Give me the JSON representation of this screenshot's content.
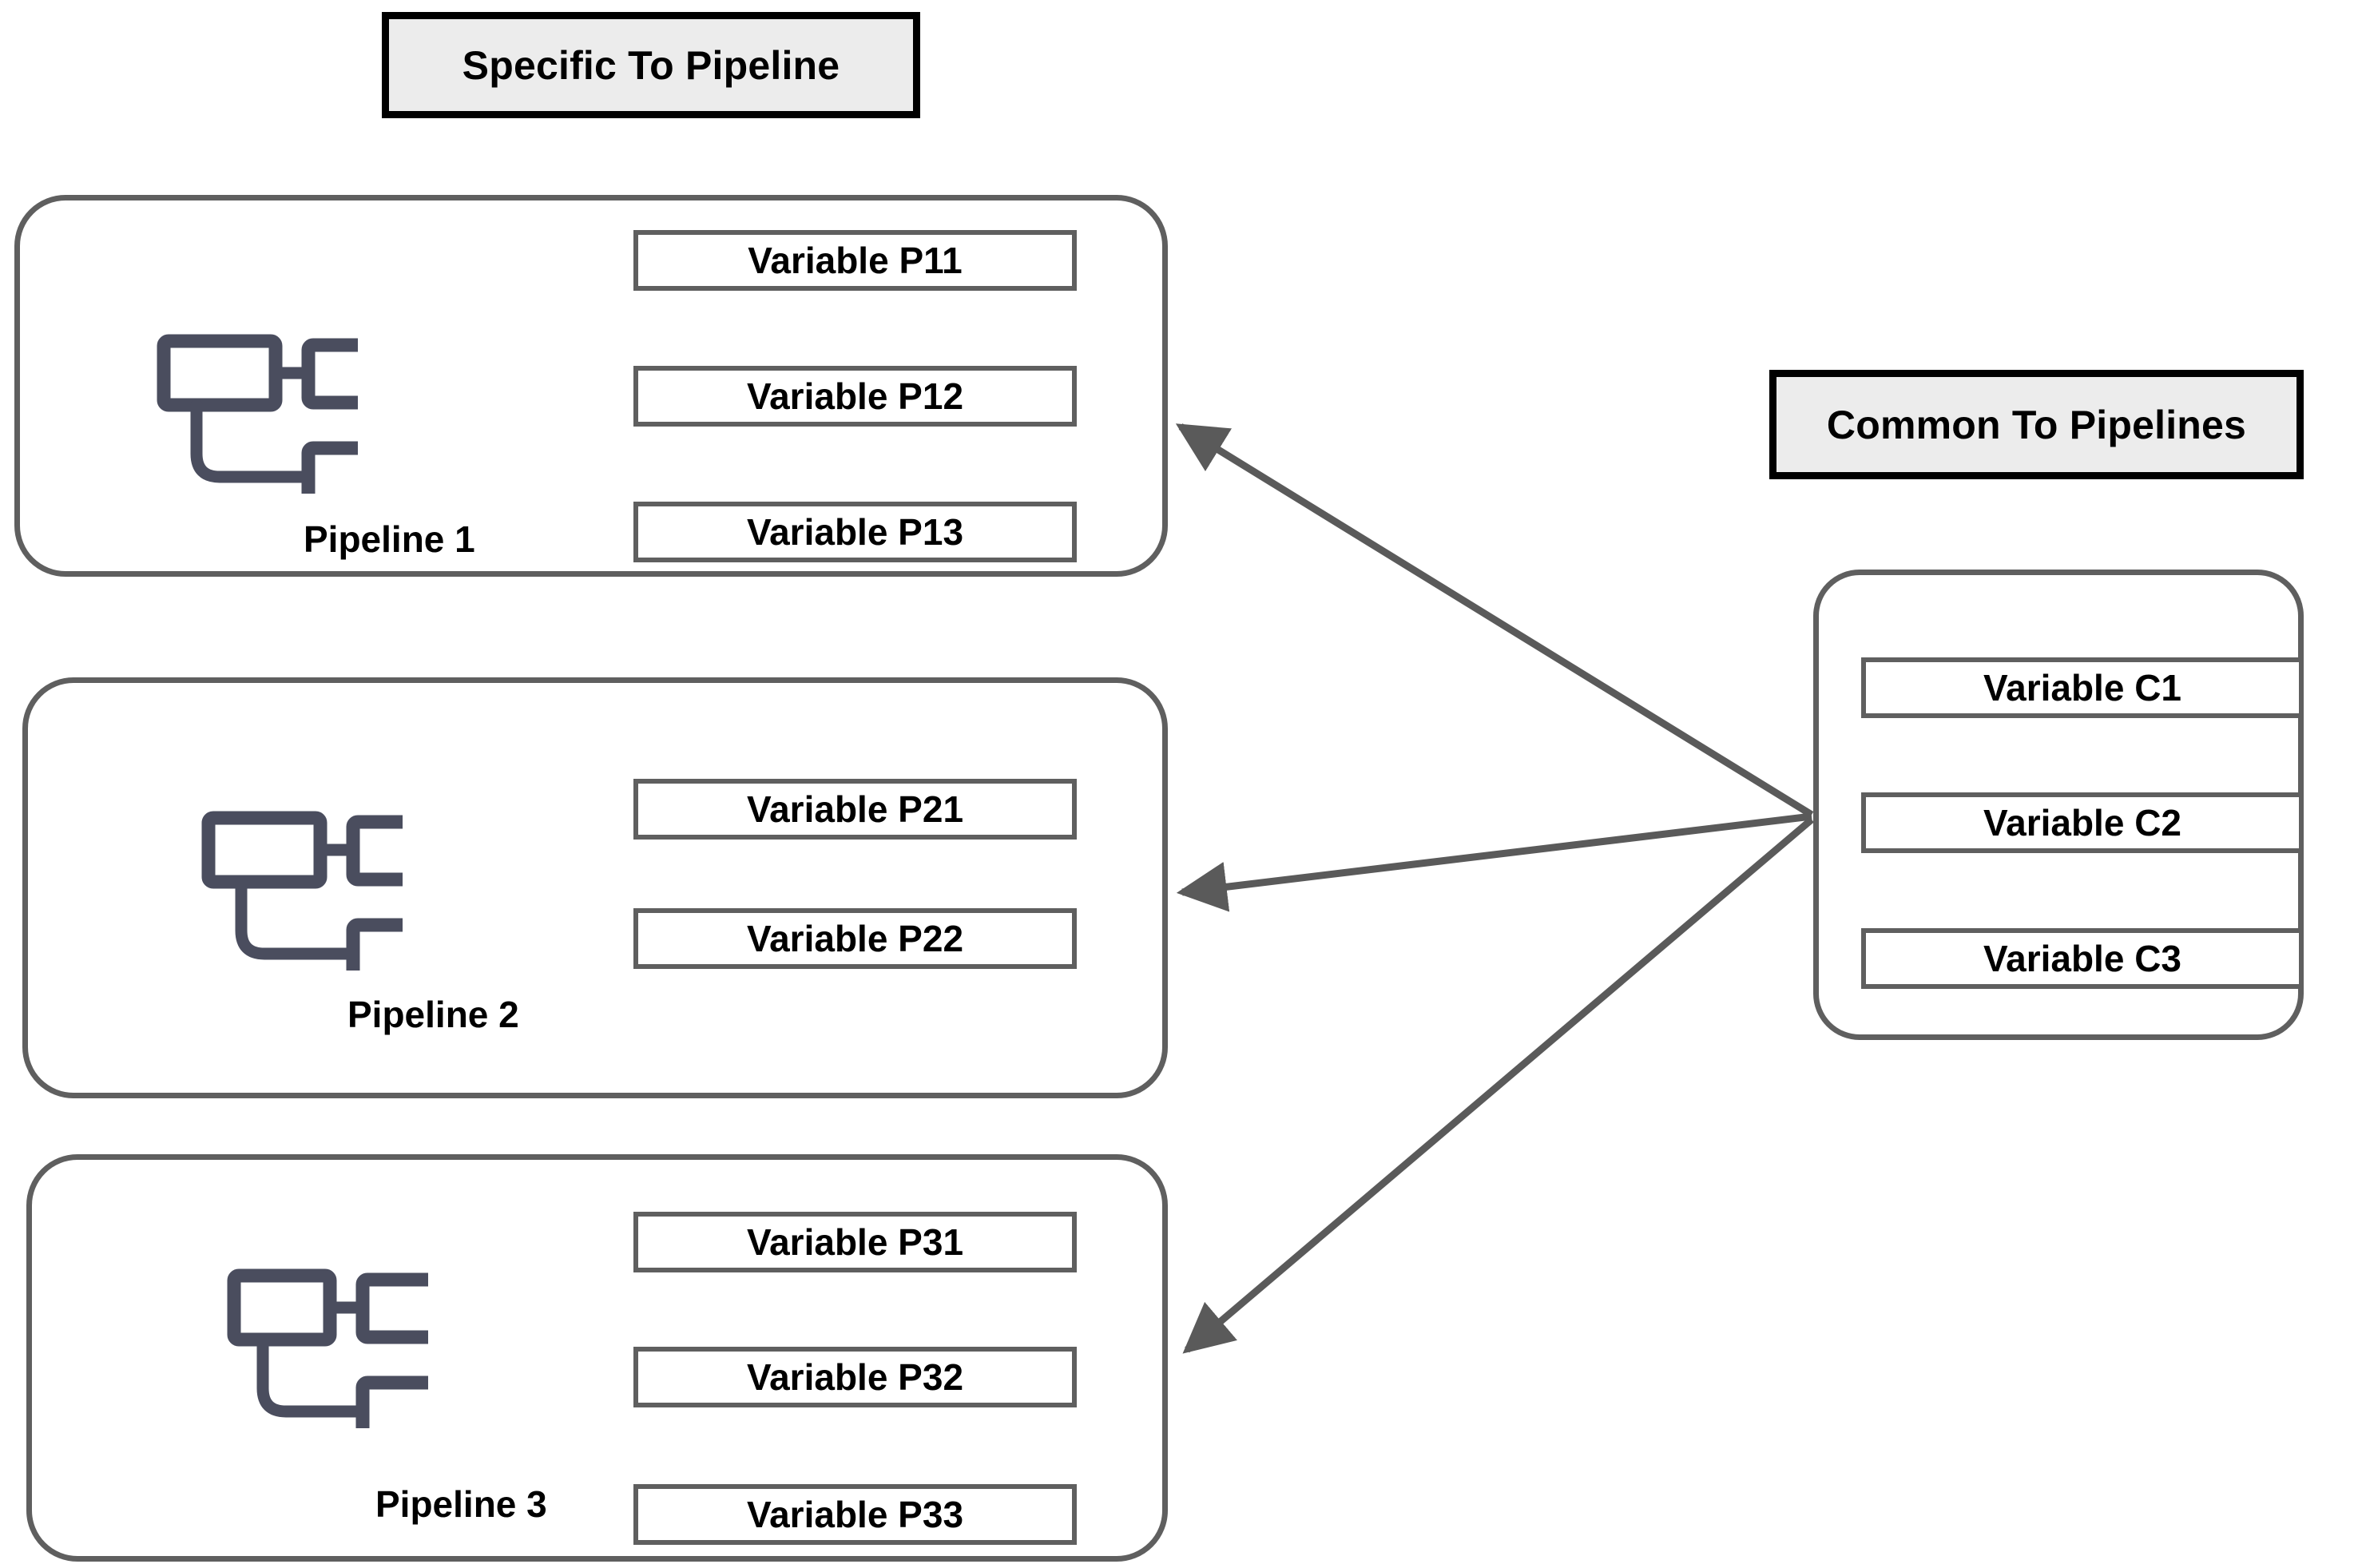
{
  "diagram": {
    "title_left": "Specific To Pipeline",
    "title_right": "Common To Pipelines",
    "colors": {
      "panel_border": "#5f5f5f",
      "caption_border": "#000000",
      "caption_fill": "#ececec",
      "icon": "#4a4d5e",
      "arrow": "#5a5a5a",
      "text": "#000000",
      "background": "#ffffff"
    },
    "icon_name": "pipeline-flow-icon"
  },
  "pipelines": [
    {
      "id": "pipeline-1",
      "label": "Pipeline 1",
      "variables": [
        {
          "id": "p11",
          "label": "Variable P11"
        },
        {
          "id": "p12",
          "label": "Variable P12"
        },
        {
          "id": "p13",
          "label": "Variable P13"
        }
      ]
    },
    {
      "id": "pipeline-2",
      "label": "Pipeline 2",
      "variables": [
        {
          "id": "p21",
          "label": "Variable P21"
        },
        {
          "id": "p22",
          "label": "Variable P22"
        }
      ]
    },
    {
      "id": "pipeline-3",
      "label": "Pipeline 3",
      "variables": [
        {
          "id": "p31",
          "label": "Variable P31"
        },
        {
          "id": "p32",
          "label": "Variable P32"
        },
        {
          "id": "p33",
          "label": "Variable P33"
        }
      ]
    }
  ],
  "common": {
    "label": "Common To Pipelines",
    "variables": [
      {
        "id": "c1",
        "label": "Variable C1"
      },
      {
        "id": "c2",
        "label": "Variable C2"
      },
      {
        "id": "c3",
        "label": "Variable C3"
      }
    ]
  },
  "connections": [
    {
      "from": "common",
      "to": "pipeline-1",
      "direction": "to-pipeline"
    },
    {
      "from": "common",
      "to": "pipeline-2",
      "direction": "to-pipeline"
    },
    {
      "from": "common",
      "to": "pipeline-3",
      "direction": "to-pipeline"
    }
  ]
}
